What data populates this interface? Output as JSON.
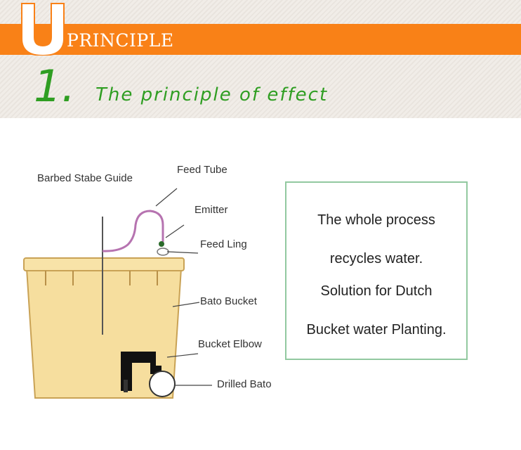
{
  "header": {
    "logo_letter": "U",
    "title": "PRINCIPLE",
    "colors": {
      "bar": "#f98117",
      "accent": "#2f9e22"
    }
  },
  "section": {
    "number": "1.",
    "title": "The principle of effect"
  },
  "diagram": {
    "labels": {
      "barbed_guide": "Barbed Stabe Guide",
      "feed_tube": "Feed Tube",
      "emitter": "Emitter",
      "feed_ling": "Feed Ling",
      "bato_bucket": "Bato Bucket",
      "bucket_elbow": "Bucket Elbow",
      "drilled_bato": "Drilled Bato"
    },
    "colors": {
      "bucket_fill": "#f6de9e",
      "bucket_stroke": "#c9a255",
      "tube": "#b673b0"
    }
  },
  "info_box": {
    "lines": [
      "The whole process",
      "recycles water.",
      "Solution for Dutch",
      "Bucket water Planting."
    ]
  }
}
